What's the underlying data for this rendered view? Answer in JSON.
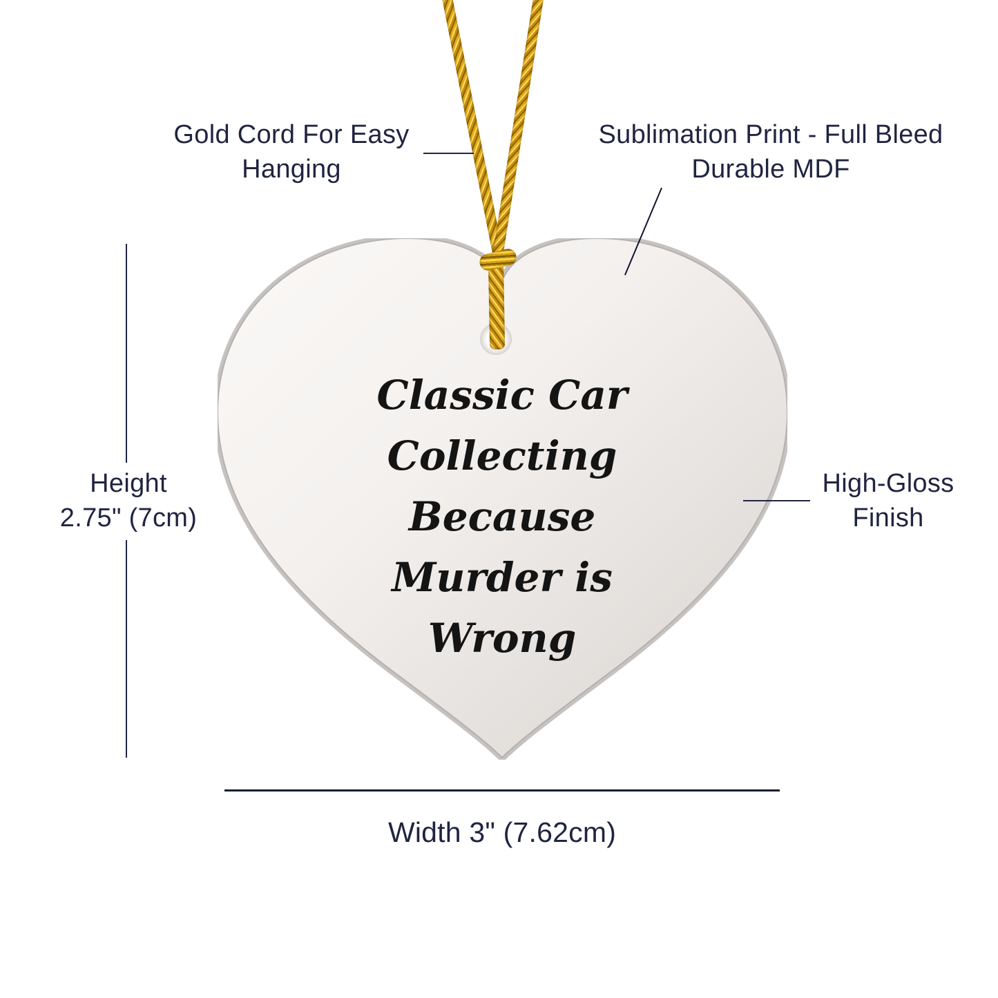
{
  "colors": {
    "label_navy": "#1f2440",
    "line_navy": "#181c33",
    "heart_edge": "#c6c2bf",
    "heart_fill_light": "#faf8f6",
    "heart_fill_dark": "#d3cfcc",
    "gold_cord_dark": "#8a6400",
    "gold_cord_mid": "#d4a017",
    "gold_cord_light": "#ffe066",
    "ornament_text": "#141414",
    "background": "#ffffff"
  },
  "callouts": {
    "gold_cord": {
      "line1": "Gold Cord For Easy",
      "line2": "Hanging"
    },
    "sublimation": {
      "line1": "Sublimation Print - Full Bleed",
      "line2": "Durable MDF"
    },
    "high_gloss": {
      "line1": "High-Gloss",
      "line2": "Finish"
    }
  },
  "dimensions": {
    "height": {
      "line1": "Height",
      "line2": "2.75\" (7cm)"
    },
    "width": {
      "label": "Width 3\" (7.62cm)"
    }
  },
  "ornament": {
    "shape": "heart",
    "material_finish": "high-gloss MDF",
    "text_lines": [
      "Classic Car",
      "Collecting",
      "Because",
      "Murder is",
      "Wrong"
    ]
  }
}
